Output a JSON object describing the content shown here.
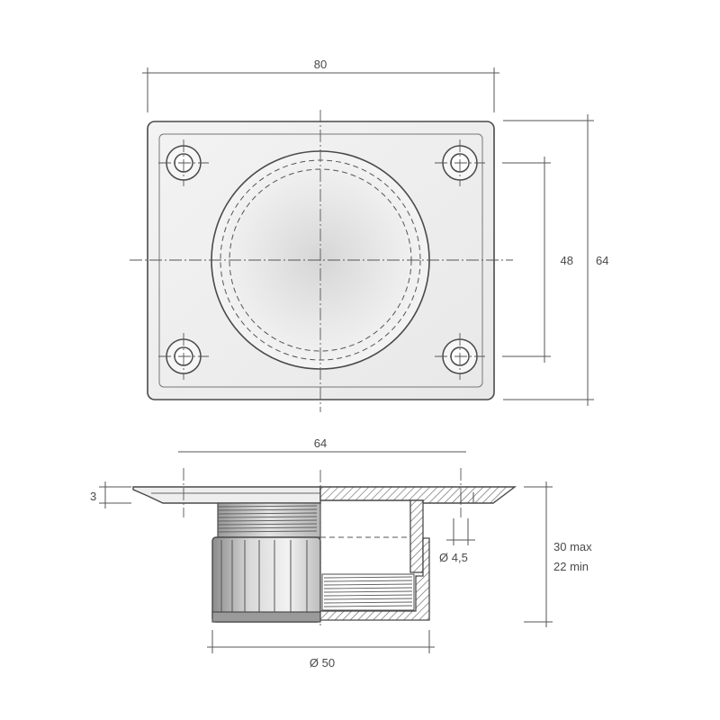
{
  "top_view": {
    "width_label": "80",
    "height_label": "64",
    "hole_spacing_label": "48"
  },
  "section_view": {
    "hole_spacing_label": "64",
    "plate_thickness_label": "3",
    "hole_diameter_label": "Ø 4,5",
    "height_max_label": "30 max",
    "height_min_label": "22 min",
    "diameter_label": "Ø 50"
  },
  "colors": {
    "line": "#4a4a4a",
    "plate_fill": "#efefef",
    "hatch": "#6a6a6a"
  }
}
